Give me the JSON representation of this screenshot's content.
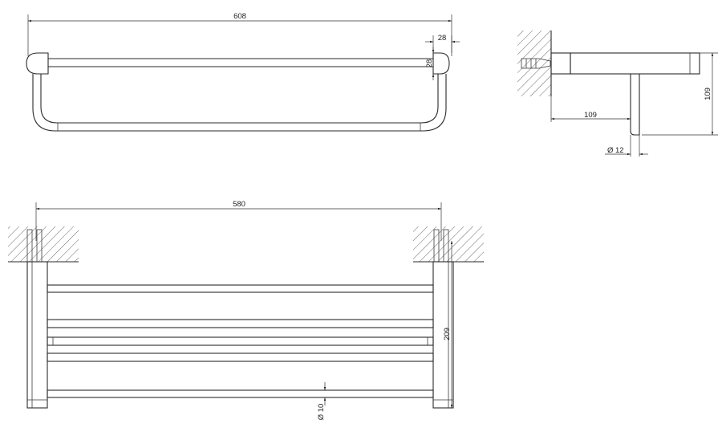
{
  "dimensions": {
    "top_width": "608",
    "top_end_depth": "28",
    "top_end_height": "28",
    "side_projection": "109",
    "side_height": "109",
    "side_tube_diameter": "Ø 12",
    "front_span": "580",
    "front_height": "209",
    "front_bar_diameter": "Ø 10"
  }
}
